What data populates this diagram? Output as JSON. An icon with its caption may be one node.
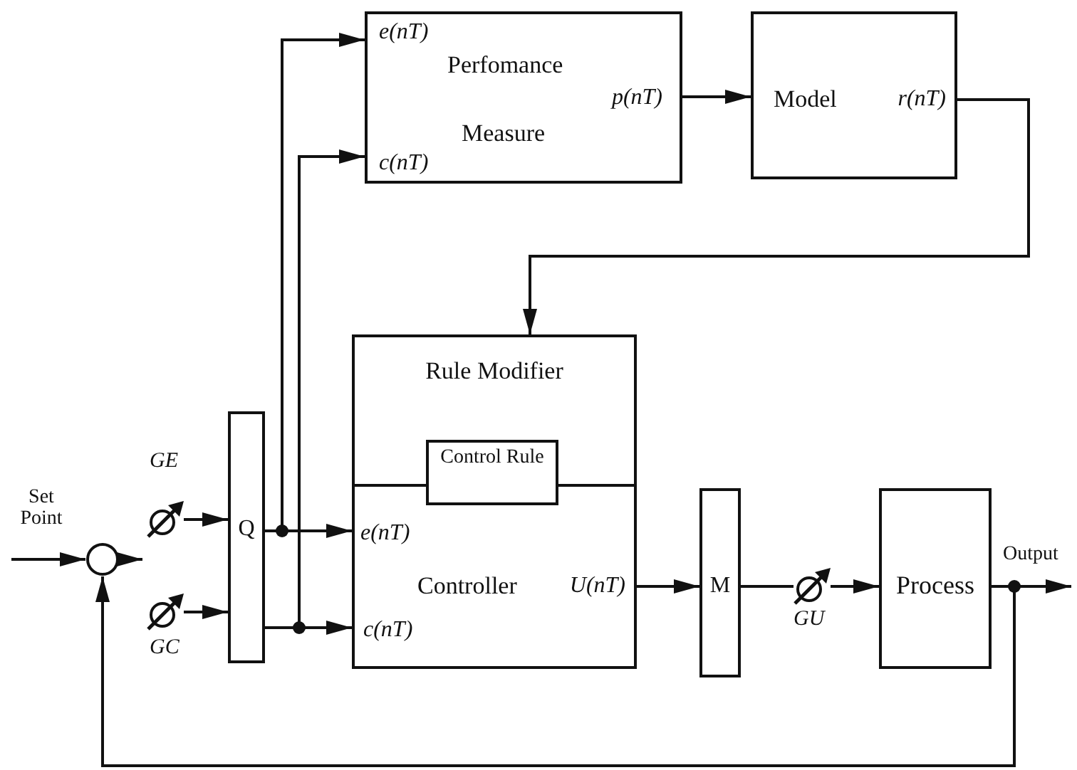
{
  "diagram": {
    "nodes": [
      {
        "text": [
          "e(nT)",
          "Perfomance",
          "p(nT)",
          "Measure",
          "c(nT)"
        ]
      },
      {
        "text": [
          "Model",
          "r(nT)"
        ]
      },
      {
        "text": [
          "Rule Modifier"
        ]
      },
      {
        "text": [
          "Control Rule"
        ]
      },
      {
        "text": [
          "e(nT)",
          "Controller",
          "U(nT)",
          "c(nT)"
        ]
      },
      {
        "text": [],
        "shape": "circle"
      },
      {
        "text": [],
        "shape": "circle",
        "beside": [
          "GE"
        ]
      },
      {
        "text": [],
        "shape": "circle",
        "beside": [
          "GC"
        ]
      },
      {
        "text": [
          "Q"
        ]
      },
      {
        "text": [
          "M"
        ]
      },
      {
        "text": [],
        "shape": "circle",
        "beside": [
          "GU"
        ]
      },
      {
        "text": [
          "Process"
        ]
      },
      {
        "text": [
          "Output"
        ]
      }
    ],
    "edges": [
      {
        "from": null,
        "to": 5,
        "arrow": "to"
      },
      {
        "from": 5,
        "to": null,
        "arrow": "to"
      },
      {
        "from": 6,
        "to": 8,
        "arrow": "to"
      },
      {
        "from": 7,
        "to": 8,
        "arrow": "to"
      },
      {
        "from": 8,
        "to": 4,
        "arrow": "to"
      },
      {
        "from": 8,
        "to": 0,
        "arrow": "to"
      },
      {
        "from": 8,
        "to": 4,
        "arrow": "to"
      },
      {
        "from": 8,
        "to": 0,
        "arrow": "to"
      },
      {
        "from": 0,
        "to": 1,
        "arrow": "to"
      },
      {
        "from": 1,
        "to": 2,
        "arrow": "to"
      },
      {
        "from": 4,
        "to": 9,
        "arrow": "to"
      },
      {
        "from": 9,
        "to": 10,
        "arrow": "none"
      },
      {
        "from": 10,
        "to": 11,
        "arrow": "to"
      },
      {
        "from": 11,
        "to": 12,
        "arrow": "to"
      },
      {
        "from": 11,
        "to": 5,
        "arrow": "to"
      }
    ],
    "labels": [
      "Set Point"
    ]
  }
}
